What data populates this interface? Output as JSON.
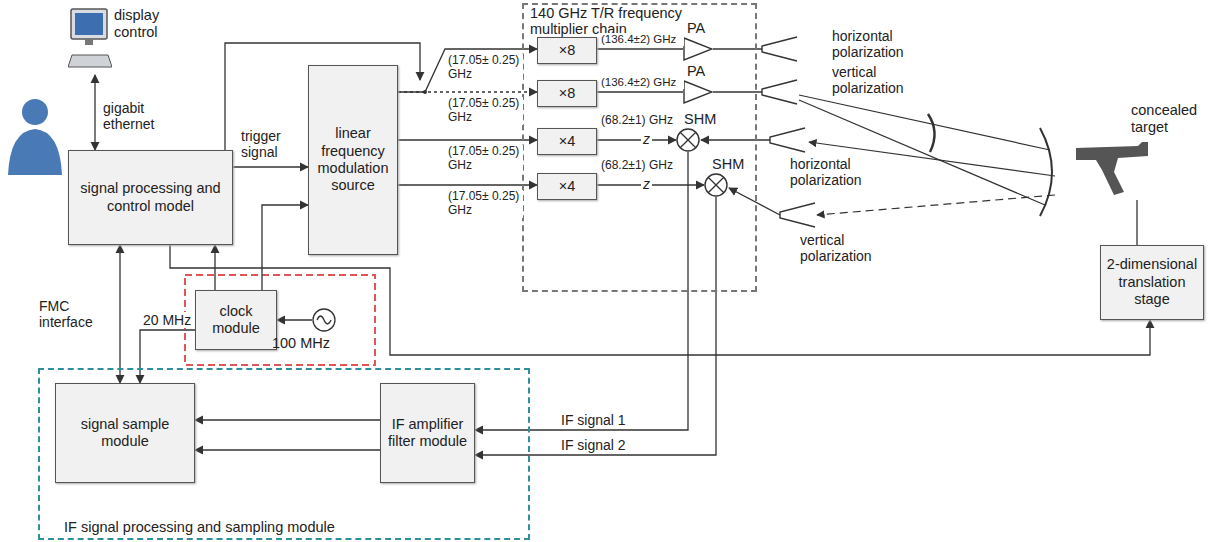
{
  "diagram": {
    "nodes": [
      {
        "text": [
          "display control"
        ]
      },
      {
        "text": [
          "signal processing and control model"
        ]
      },
      {
        "text": [
          "linear frequency modulation source"
        ]
      },
      {
        "text": [
          "140 GHz T/R frequency multiplier chain"
        ]
      },
      {
        "text": [
          "×8"
        ],
        "in": 3
      },
      {
        "text": [
          "×8"
        ],
        "in": 3
      },
      {
        "text": [
          "×4"
        ],
        "in": 3
      },
      {
        "text": [
          "×4"
        ],
        "in": 3
      },
      {
        "text": [
          "PA"
        ],
        "in": 3
      },
      {
        "text": [
          "PA"
        ],
        "in": 3
      },
      {
        "text": [
          "SHM"
        ],
        "in": 3
      },
      {
        "text": [
          "SHM"
        ],
        "in": 3
      },
      {
        "text": [
          "concealed target"
        ]
      },
      {
        "text": [
          "2-dimensional translation stage"
        ]
      },
      {
        "text": [
          "clock module"
        ]
      },
      {
        "text": [
          "100 MHz"
        ]
      },
      {
        "text": [
          "IF signal processing and sampling module"
        ]
      },
      {
        "text": [
          "signal sample module"
        ],
        "in": 16
      },
      {
        "text": [
          "IF amplifier filter module"
        ],
        "in": 16
      }
    ],
    "edges": [
      {
        "from": 0,
        "to": 1,
        "arrow": "both",
        "label": "gigabit ethernet"
      },
      {
        "from": 1,
        "to": 2,
        "arrow": "to",
        "label": "trigger signal"
      },
      {
        "from": 2,
        "to": 4,
        "arrow": "to",
        "label": "(17.05± 0.25) GHz"
      },
      {
        "from": 2,
        "to": 5,
        "arrow": "to",
        "label": "(17.05± 0.25) GHz"
      },
      {
        "from": 2,
        "to": 6,
        "arrow": "to",
        "label": "(17.05± 0.25) GHz"
      },
      {
        "from": 2,
        "to": 7,
        "arrow": "to",
        "label": "(17.05± 0.25) GHz"
      },
      {
        "from": 4,
        "to": 8,
        "arrow": "none",
        "label": "(136.4±2) GHz"
      },
      {
        "from": 5,
        "to": 9,
        "arrow": "none",
        "label": "(136.4±2) GHz"
      },
      {
        "from": 6,
        "to": 10,
        "arrow": "to",
        "label": "(68.2±1) GHz"
      },
      {
        "from": 7,
        "to": 11,
        "arrow": "to",
        "label": "(68.2±1) GHz"
      },
      {
        "from": 10,
        "to": 18,
        "arrow": "to",
        "label": "IF signal 1"
      },
      {
        "from": 11,
        "to": 18,
        "arrow": "to",
        "label": "IF signal 2"
      },
      {
        "from": 18,
        "to": 17,
        "arrow": "to"
      },
      {
        "from": 18,
        "to": 17,
        "arrow": "to"
      },
      {
        "from": 14,
        "to": 1,
        "arrow": "to"
      },
      {
        "from": 14,
        "to": 2,
        "arrow": "to"
      },
      {
        "from": 15,
        "to": 14,
        "arrow": "to"
      },
      {
        "from": 14,
        "to": 17,
        "arrow": "to",
        "label": "20 MHz"
      },
      {
        "from": 1,
        "to": 17,
        "arrow": "both",
        "label": "FMC interface"
      },
      {
        "from": 1,
        "to": 13,
        "arrow": "to"
      },
      {
        "from": 12,
        "to": 13,
        "arrow": "none"
      }
    ],
    "labels": [
      "horizontal polarization",
      "vertical polarization",
      "z",
      "z",
      "horizontal polarization",
      "vertical polarization"
    ]
  }
}
